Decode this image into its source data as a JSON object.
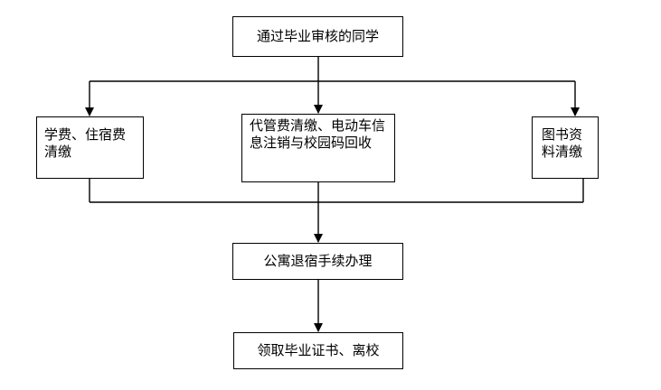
{
  "nodes": {
    "top": "通过毕业审核的同学",
    "left": "学费、住宿费清缴",
    "middle": "代管费清缴、电动车信息注销与校园码回收",
    "right": "图书资料清缴",
    "apartment": "公寓退宿手续办理",
    "final": "领取毕业证书、离校"
  },
  "edges": [
    {
      "from": "top",
      "to": "left"
    },
    {
      "from": "top",
      "to": "middle"
    },
    {
      "from": "top",
      "to": "right"
    },
    {
      "from": "left",
      "to": "apartment"
    },
    {
      "from": "middle",
      "to": "apartment"
    },
    {
      "from": "right",
      "to": "apartment"
    },
    {
      "from": "apartment",
      "to": "final"
    }
  ]
}
